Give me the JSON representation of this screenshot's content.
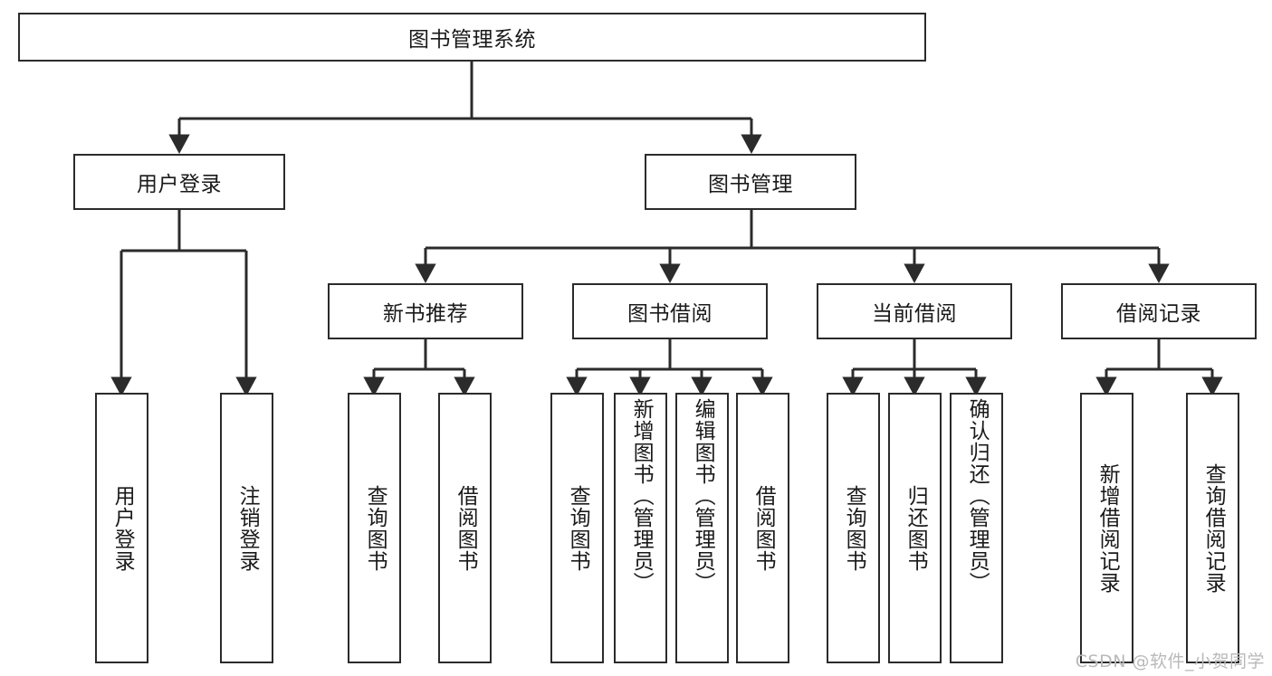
{
  "diagram": {
    "type": "tree-hierarchy",
    "title": "图书管理系统",
    "root": {
      "id": "root",
      "label": "图书管理系统",
      "orientation": "horizontal"
    },
    "level2": [
      {
        "id": "user-login",
        "label": "用户登录",
        "orientation": "horizontal"
      },
      {
        "id": "book-manage",
        "label": "图书管理",
        "orientation": "horizontal"
      }
    ],
    "level3": [
      {
        "id": "new-book-recommend",
        "label": "新书推荐",
        "orientation": "horizontal",
        "parent": "book-manage"
      },
      {
        "id": "book-borrow",
        "label": "图书借阅",
        "orientation": "horizontal",
        "parent": "book-manage"
      },
      {
        "id": "current-borrow",
        "label": "当前借阅",
        "orientation": "horizontal",
        "parent": "book-manage"
      },
      {
        "id": "borrow-record",
        "label": "借阅记录",
        "orientation": "horizontal",
        "parent": "book-manage"
      }
    ],
    "leaves": [
      {
        "id": "leaf-user-login",
        "label": "用户登录",
        "orientation": "vertical",
        "parent": "user-login"
      },
      {
        "id": "leaf-logout",
        "label": "注销登录",
        "orientation": "vertical",
        "parent": "user-login"
      },
      {
        "id": "leaf-query-book-1",
        "label": "查询图书",
        "orientation": "vertical",
        "parent": "new-book-recommend"
      },
      {
        "id": "leaf-borrow-book-1",
        "label": "借阅图书",
        "orientation": "vertical",
        "parent": "new-book-recommend"
      },
      {
        "id": "leaf-query-book-2",
        "label": "查询图书",
        "orientation": "vertical",
        "parent": "book-borrow"
      },
      {
        "id": "leaf-add-book",
        "label": "新增图书（管理员）",
        "orientation": "vertical",
        "parent": "book-borrow"
      },
      {
        "id": "leaf-edit-book",
        "label": "编辑图书（管理员）",
        "orientation": "vertical",
        "parent": "book-borrow"
      },
      {
        "id": "leaf-borrow-book-2",
        "label": "借阅图书",
        "orientation": "vertical",
        "parent": "book-borrow"
      },
      {
        "id": "leaf-query-book-3",
        "label": "查询图书",
        "orientation": "vertical",
        "parent": "current-borrow"
      },
      {
        "id": "leaf-return-book",
        "label": "归还图书",
        "orientation": "vertical",
        "parent": "current-borrow"
      },
      {
        "id": "leaf-confirm-return",
        "label": "确认归还（管理员）",
        "orientation": "vertical",
        "parent": "current-borrow"
      },
      {
        "id": "leaf-add-record",
        "label": "新增借阅记录",
        "orientation": "vertical",
        "parent": "borrow-record"
      },
      {
        "id": "leaf-query-record",
        "label": "查询借阅记录",
        "orientation": "vertical",
        "parent": "borrow-record"
      }
    ]
  },
  "watermark": {
    "text": "CSDN @软件_小贺同学"
  },
  "colors": {
    "stroke": "#2b2b2b",
    "background": "#ffffff",
    "text": "#1a1a1a",
    "watermark": "#b9b9b9"
  }
}
